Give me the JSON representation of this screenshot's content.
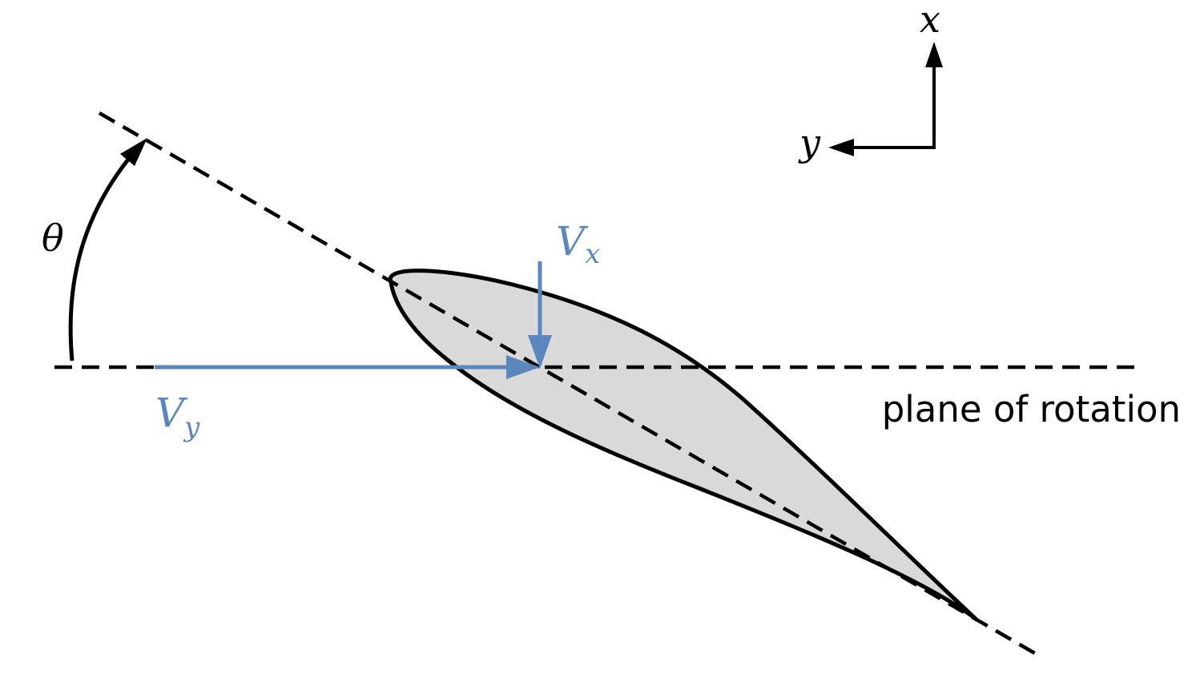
{
  "labels": {
    "theta": "θ",
    "vx_main": "V",
    "vx_sub": "x",
    "vy_main": "V",
    "vy_sub": "y",
    "axis_x": "x",
    "axis_y": "y",
    "plane": "plane of rotation"
  },
  "colors": {
    "line": "#000000",
    "airfoil_fill": "#d9d9d9",
    "velocity": "#5b87bd"
  }
}
